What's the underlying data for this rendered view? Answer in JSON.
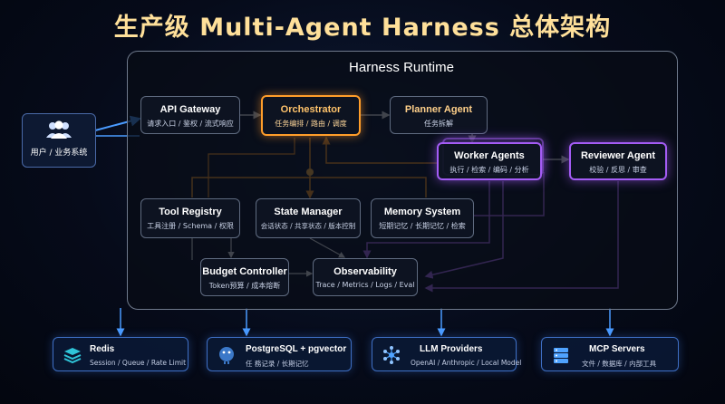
{
  "title": "生产级 Multi-Agent Harness 总体架构",
  "runtime_title": "Harness Runtime",
  "user": {
    "label": "用户 / 业务系统"
  },
  "nodes": {
    "api_gateway": {
      "title": "API Gateway",
      "subtitle": "请求入口 / 鉴权 / 流式响应"
    },
    "orchestrator": {
      "title": "Orchestrator",
      "subtitle": "任务编排 / 路由 / 调度"
    },
    "planner_agent": {
      "title": "Planner Agent",
      "subtitle": "任务拆解"
    },
    "worker_agents": {
      "title": "Worker Agents",
      "subtitle": "执行 / 检索 / 编码 / 分析"
    },
    "reviewer_agent": {
      "title": "Reviewer Agent",
      "subtitle": "校验 / 反思 / 审查"
    },
    "tool_registry": {
      "title": "Tool Registry",
      "subtitle": "工具注册 / Schema / 权限"
    },
    "state_manager": {
      "title": "State Manager",
      "subtitle": "会话状态 / 共享状态 / 版本控制"
    },
    "memory_system": {
      "title": "Memory System",
      "subtitle": "短期记忆 / 长期记忆 / 检索"
    },
    "budget_controller": {
      "title": "Budget Controller",
      "subtitle": "Token预算 / 成本熔断"
    },
    "observability": {
      "title": "Observability",
      "subtitle": "Trace / Metrics / Logs / Eval"
    }
  },
  "services": [
    {
      "title": "Redis",
      "subtitle": "Session / Queue / Rate Limit",
      "icon": "redis-icon"
    },
    {
      "title": "PostgreSQL + pgvector",
      "subtitle": "任    務记录 / 长期记忆",
      "icon": "postgresql-icon"
    },
    {
      "title": "LLM Providers",
      "subtitle": "OpenAI / Anthropic / Local Model",
      "icon": "network-icon"
    },
    {
      "title": "MCP Servers",
      "subtitle": "文件 / 数据库 / 内部工具",
      "icon": "server-icon"
    }
  ],
  "colors": {
    "title": "#ffe09a",
    "orange": "#ff9d2a",
    "purple": "#a45cf5",
    "blue": "#3e8cff"
  }
}
